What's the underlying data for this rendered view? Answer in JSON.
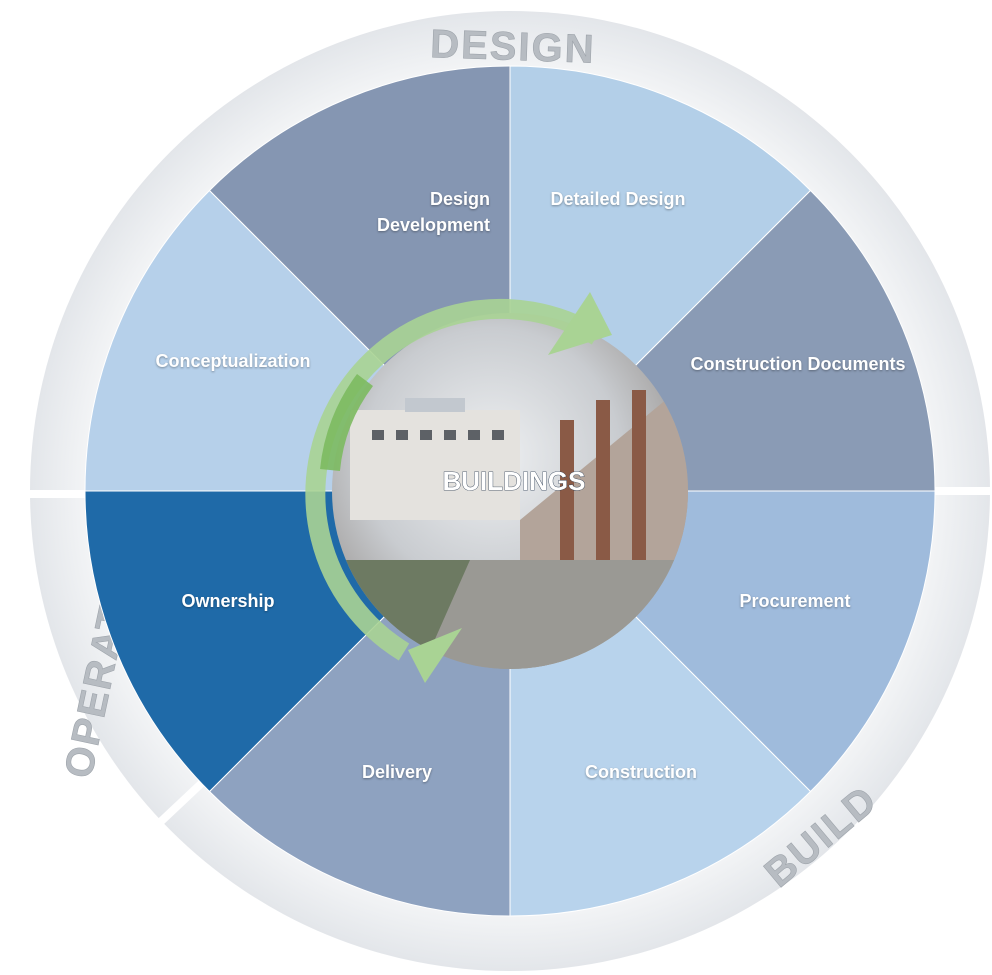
{
  "center": {
    "label": "BUILDINGS"
  },
  "phases": {
    "design": "DESIGN",
    "build": "BUILD",
    "operate": "OPERATE"
  },
  "segments": [
    {
      "label_lines": [
        "Detailed Design"
      ],
      "color": "#b3cfe8"
    },
    {
      "label_lines": [
        "Construction Documents"
      ],
      "color": "#8a9bb5"
    },
    {
      "label_lines": [
        "Procurement"
      ],
      "color": "#9fbbdc"
    },
    {
      "label_lines": [
        "Construction"
      ],
      "color": "#b8d3ec"
    },
    {
      "label_lines": [
        "Delivery"
      ],
      "color": "#8ea2c0"
    },
    {
      "label_lines": [
        "Ownership"
      ],
      "color": "#1f6aa8"
    },
    {
      "label_lines": [
        "Conceptualization"
      ],
      "color": "#b6d0ea"
    },
    {
      "label_lines": [
        "Design",
        "Development"
      ],
      "color": "#8596b2"
    }
  ],
  "colors": {
    "outer_ring": "#eceef1",
    "cycle_arrow": "#a9d394",
    "cycle_arrow_dark": "#5fa64a"
  }
}
